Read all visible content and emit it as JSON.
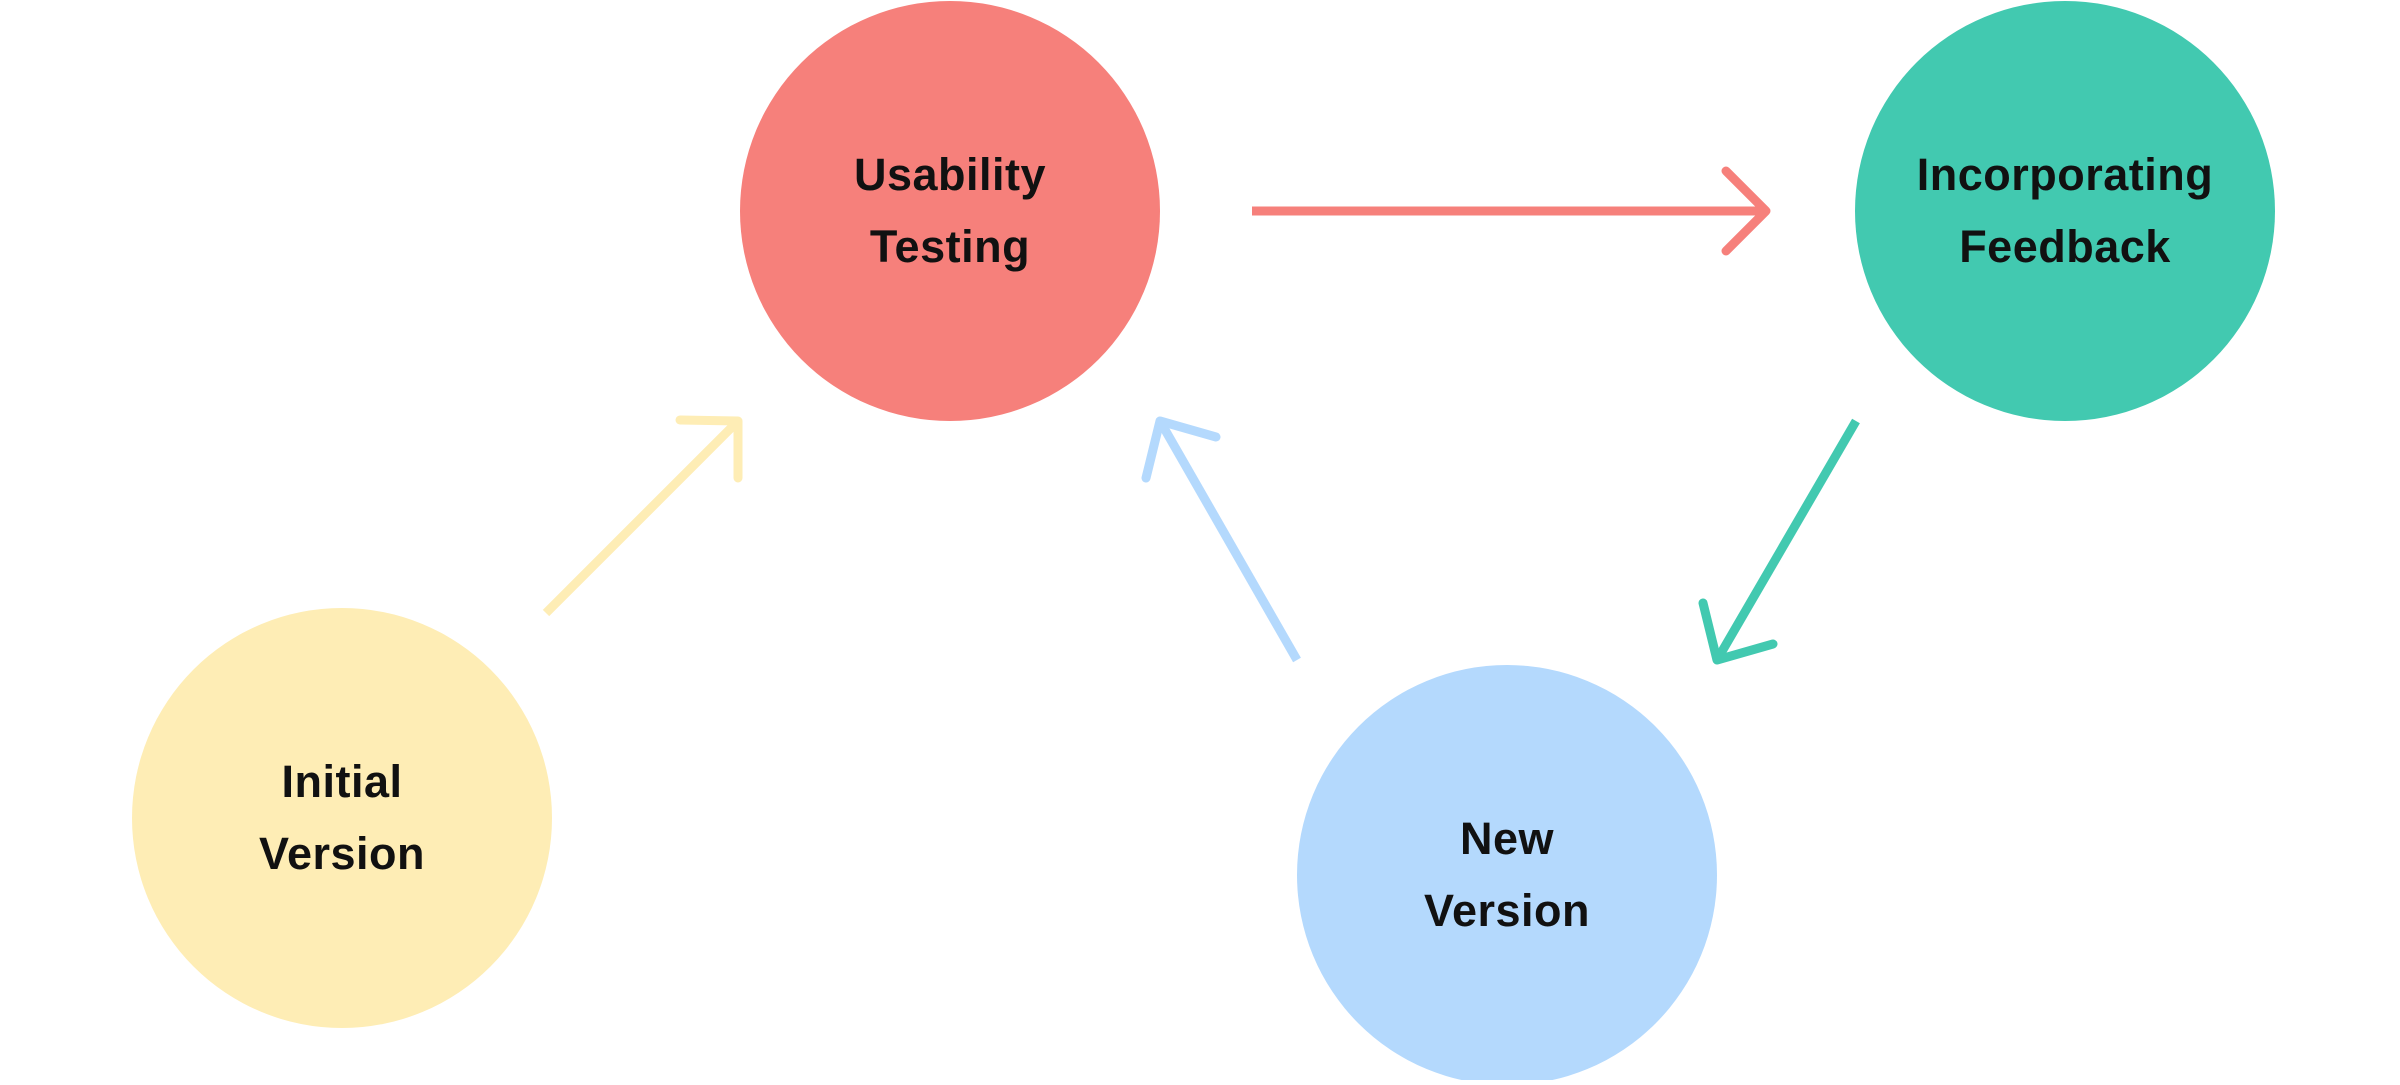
{
  "nodes": {
    "initial_version": {
      "lines": [
        "Initial",
        "Version"
      ],
      "color": "#FEEDB5"
    },
    "usability_testing": {
      "lines": [
        "Usability",
        "Testing"
      ],
      "color": "#F6807B"
    },
    "incorporating_feedback": {
      "lines": [
        "Incorporating",
        "Feedback"
      ],
      "color": "#42C9B0"
    },
    "new_version": {
      "lines": [
        "New",
        "Version"
      ],
      "color": "#B4D9FD"
    }
  },
  "arrows": {
    "initial_to_testing": {
      "color": "#FEEDB5"
    },
    "testing_to_feedback": {
      "color": "#F6807B"
    },
    "feedback_to_new": {
      "color": "#42C9B0"
    },
    "new_to_testing": {
      "color": "#B4D9FD"
    }
  }
}
